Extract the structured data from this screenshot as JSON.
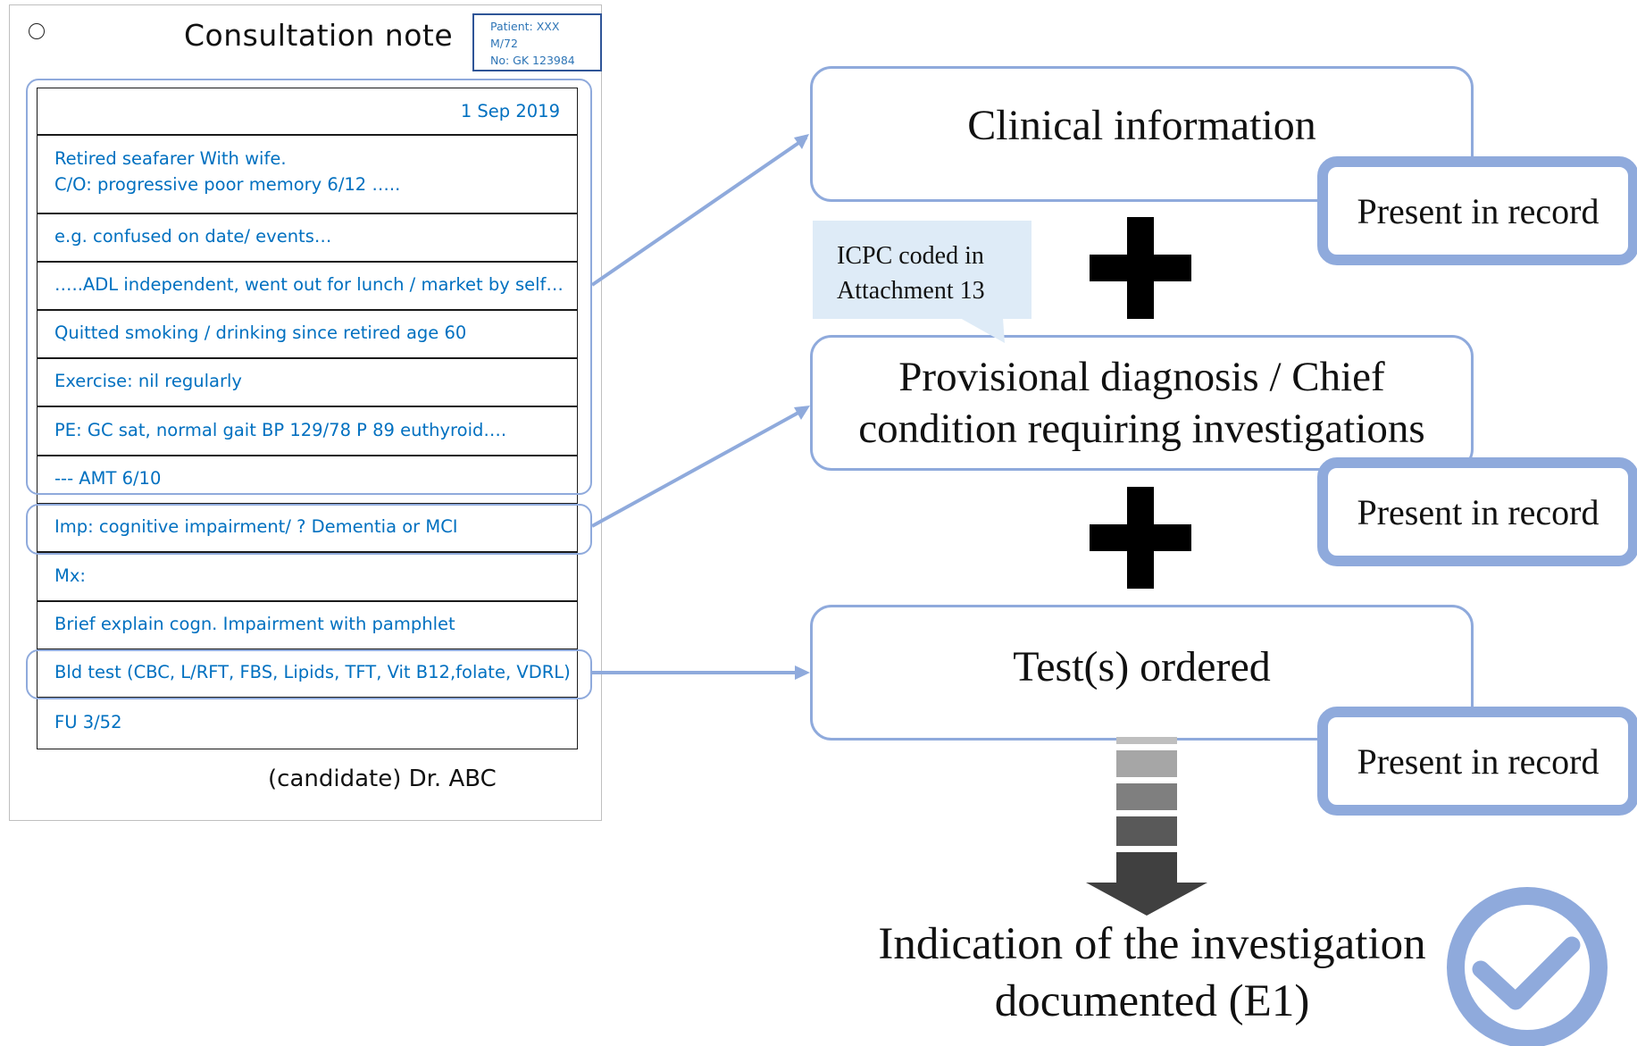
{
  "note": {
    "title": "Consultation note",
    "patient": [
      "Patient: XXX",
      "M/72",
      "No: GK 123984"
    ],
    "date": "1 Sep 2019",
    "rows": [
      [
        "Retired seafarer With wife.",
        "C/O: progressive poor memory 6/12 ….."
      ],
      [
        "e.g. confused on date/ events…"
      ],
      [
        "…..ADL independent, went out for lunch / market by self…"
      ],
      [
        "Quitted smoking / drinking since retired age 60"
      ],
      [
        "Exercise: nil regularly"
      ],
      [
        "PE: GC sat, normal gait BP 129/78 P 89 euthyroid…."
      ],
      [
        "--- AMT 6/10"
      ],
      [
        "Imp: cognitive impairment/ ? Dementia or MCI"
      ],
      [
        "Mx:"
      ],
      [
        "Brief explain cogn. Impairment with pamphlet"
      ],
      [
        "Bld test (CBC, L/RFT, FBS, Lipids, TFT, Vit B12,folate, VDRL)"
      ],
      [
        "FU 3/52"
      ]
    ],
    "signature": "(candidate) Dr. ABC"
  },
  "flow": {
    "clinical": "Clinical information",
    "diagnosis": [
      "Provisional diagnosis / Chief",
      "condition requiring investigations"
    ],
    "tests": "Test(s) ordered",
    "present": "Present in record",
    "callout": [
      "ICPC coded in",
      "Attachment 13"
    ],
    "result": [
      "Indication of the investigation",
      "documented (E1)"
    ]
  },
  "colors": {
    "accent": "#8faadc",
    "note_text": "#0070c0",
    "callout_bg": "#deebf7",
    "arrow_dark": "#404040"
  },
  "icons": [
    "circle-radio-icon",
    "plus-icon",
    "down-arrow-icon",
    "check-circle-icon"
  ]
}
